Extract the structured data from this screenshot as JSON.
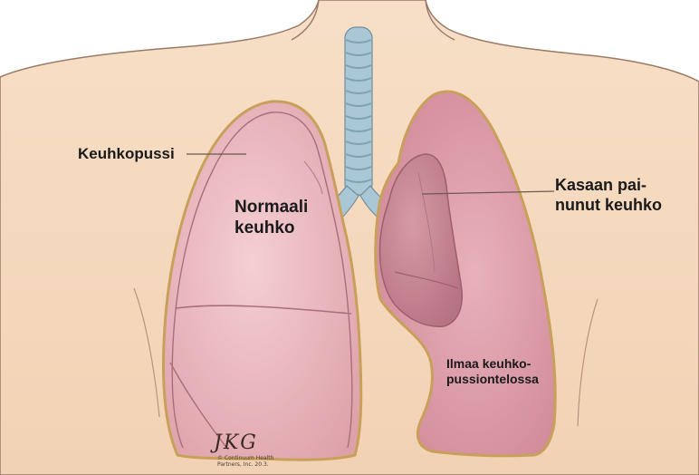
{
  "labels": {
    "pleura": "Keuhkopussi",
    "normal_lung": [
      "Normaali",
      "keuhko"
    ],
    "collapsed_lung": [
      "Kasaan pai-",
      "nunut keuhko"
    ],
    "pleural_air": [
      "Ilmaa keuhko-",
      "pussiontelossa"
    ]
  },
  "artist": {
    "signature": "JKG",
    "copyright": [
      "© Continuum Health",
      "Partners, Inc. 20.3."
    ]
  },
  "colors": {
    "skin": "#f5d9bf",
    "skin_outline": "#9a7a66",
    "pleura_outline": "#c8a05a",
    "normal_lung": "#edbcc2",
    "collapsed_lung": "#c98a96",
    "pleural_space": "#e3a9b4",
    "trachea": "#a9c7d4"
  }
}
